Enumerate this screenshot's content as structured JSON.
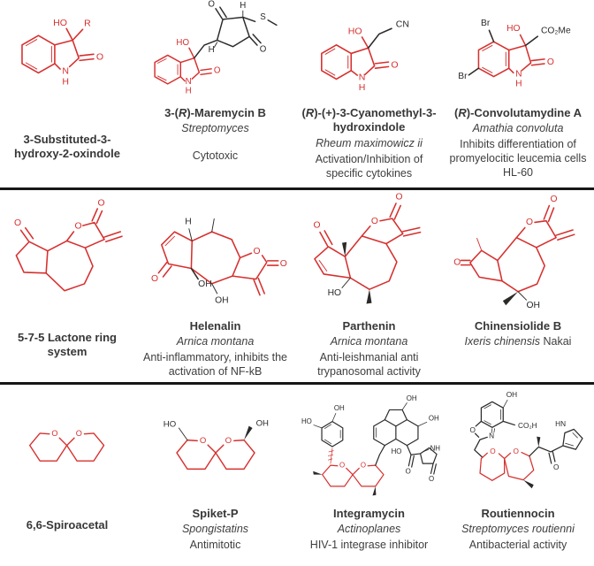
{
  "colors": {
    "structure_red": "#d6302e",
    "structure_black": "#2b2a29",
    "text": "#3e3e3e",
    "divider": "#161616"
  },
  "cells": [
    {
      "title_pre": "3-Substituted-3-hydroxy-2-oxindole",
      "title_it": "",
      "title_post": "",
      "source_it": "",
      "source_post": "",
      "activity": ""
    },
    {
      "title_pre": "3-(",
      "title_it": "R",
      "title_post": ")-Maremycin B",
      "source_it": "Streptomyces",
      "source_post": "",
      "activity": "Cytotoxic"
    },
    {
      "title_pre": "(",
      "title_it": "R",
      "title_post": ")-(+)-3-Cyanomethyl-3-hydroxindole",
      "source_it": "Rheum maximowicz ii",
      "source_post": "",
      "activity": "Activation/Inhibition of specific cytokines"
    },
    {
      "title_pre": "(",
      "title_it": "R",
      "title_post": ")-Convolutamydine A",
      "source_it": "Amathia convoluta",
      "source_post": "",
      "activity": "Inhibits differentiation of promyelocitic leucemia cells HL-60"
    },
    {
      "title_pre": "5-7-5 Lactone ring system",
      "title_it": "",
      "title_post": "",
      "source_it": "",
      "source_post": "",
      "activity": ""
    },
    {
      "title_pre": "Helenalin",
      "title_it": "",
      "title_post": "",
      "source_it": "Arnica montana",
      "source_post": "",
      "activity": "Anti-inflammatory, inhibits the activation of NF-kB"
    },
    {
      "title_pre": "Parthenin",
      "title_it": "",
      "title_post": "",
      "source_it": "Arnica montana",
      "source_post": "",
      "activity": "Anti-leishmanial anti trypanosomal activity"
    },
    {
      "title_pre": "Chinensiolide B",
      "title_it": "",
      "title_post": "",
      "source_it": "Ixeris chinensis",
      "source_post": " Nakai",
      "activity": ""
    },
    {
      "title_pre": "6,6-Spiroacetal",
      "title_it": "",
      "title_post": "",
      "source_it": "",
      "source_post": "",
      "activity": ""
    },
    {
      "title_pre": "Spiket-P",
      "title_it": "",
      "title_post": "",
      "source_it": "Spongistatins",
      "source_post": "",
      "activity": "Antimitotic"
    },
    {
      "title_pre": "Integramycin",
      "title_it": "",
      "title_post": "",
      "source_it": "Actinoplanes",
      "source_post": "",
      "activity": "HIV-1 integrase inhibitor"
    },
    {
      "title_pre": "Routiennocin",
      "title_it": "",
      "title_post": "",
      "source_it": "Streptomyces routienni",
      "source_post": "",
      "activity": "Antibacterial activity"
    }
  ],
  "structures": {
    "s1": {
      "ho": "HO",
      "r": "R",
      "o": "O",
      "n": "N",
      "h": "H"
    },
    "s2": {
      "o_top": "O",
      "h_top": "H",
      "s": "S",
      "o_right": "O",
      "h_mid": "H",
      "ho": "HO",
      "o_ring": "O",
      "n": "N",
      "h": "H"
    },
    "s3": {
      "ho": "HO",
      "cn": "CN",
      "o": "O",
      "n": "N",
      "h": "H"
    },
    "s4": {
      "br1": "Br",
      "br2": "Br",
      "ho": "HO",
      "co2me": "CO₂Me",
      "o": "O",
      "n": "N",
      "h": "H"
    },
    "s5": {
      "o_ket": "O",
      "o_ring": "O",
      "o_carb": "O"
    },
    "s6": {
      "h": "H",
      "o_ket": "O",
      "o_ring": "O",
      "o_carb": "O",
      "oh1": "OH",
      "oh2": "OH"
    },
    "s7": {
      "o_carb": "O",
      "o_ring": "O",
      "o_ket": "O",
      "ho": "HO"
    },
    "s8": {
      "o_carb": "O",
      "o_ring": "O",
      "o_ket": "O",
      "oh": "OH"
    },
    "s9": {
      "o1": "O",
      "o2": "O"
    },
    "s10": {
      "ho": "HO",
      "o1": "O",
      "o2": "O",
      "oh": "OH"
    },
    "s11": {
      "oh_top": "OH",
      "oh_aryl": "OH",
      "ho_aryl": "HO",
      "oh_right": "OH",
      "ho_mid": "HO",
      "nh": "NH",
      "o_c1": "O",
      "o_c2": "O",
      "o_sp1": "O",
      "o_sp2": "O"
    },
    "s12": {
      "oh": "OH",
      "co2h": "CO₂H",
      "o_oxa": "O",
      "n_oxa": "N",
      "o_sp1": "O",
      "o_sp2": "O",
      "o_ket": "O",
      "hn": "HN"
    }
  }
}
